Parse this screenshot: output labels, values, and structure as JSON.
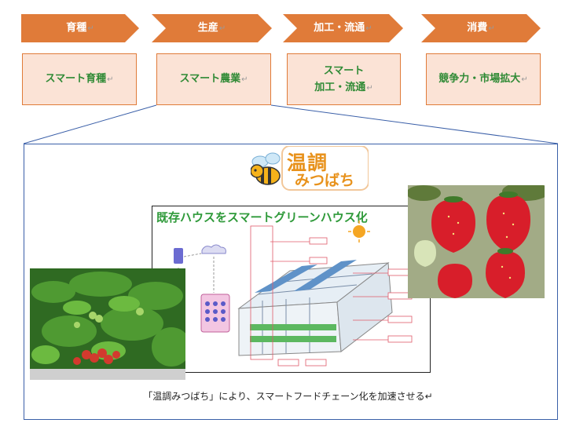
{
  "flow": {
    "stages": [
      {
        "label": "育種",
        "box": "スマート育種"
      },
      {
        "label": "生産",
        "box": "スマート農業"
      },
      {
        "label": "加工・流通",
        "box": "スマート\n加工・流通"
      },
      {
        "label": "消費",
        "box": "競争力・市場拡大"
      }
    ],
    "return_mark": "↵"
  },
  "logo": {
    "line1": "温調",
    "line2": "みつばち"
  },
  "diagram": {
    "title": "既存ハウスをスマートグリーンハウス化"
  },
  "caption": "「温調みつばち」により、スマートフードチェーン化を加速させる↵",
  "colors": {
    "chevron": "#e07b39",
    "box_fill": "#fbe3d6",
    "box_text": "#2f8a35",
    "panel_border": "#3a5fa8"
  }
}
